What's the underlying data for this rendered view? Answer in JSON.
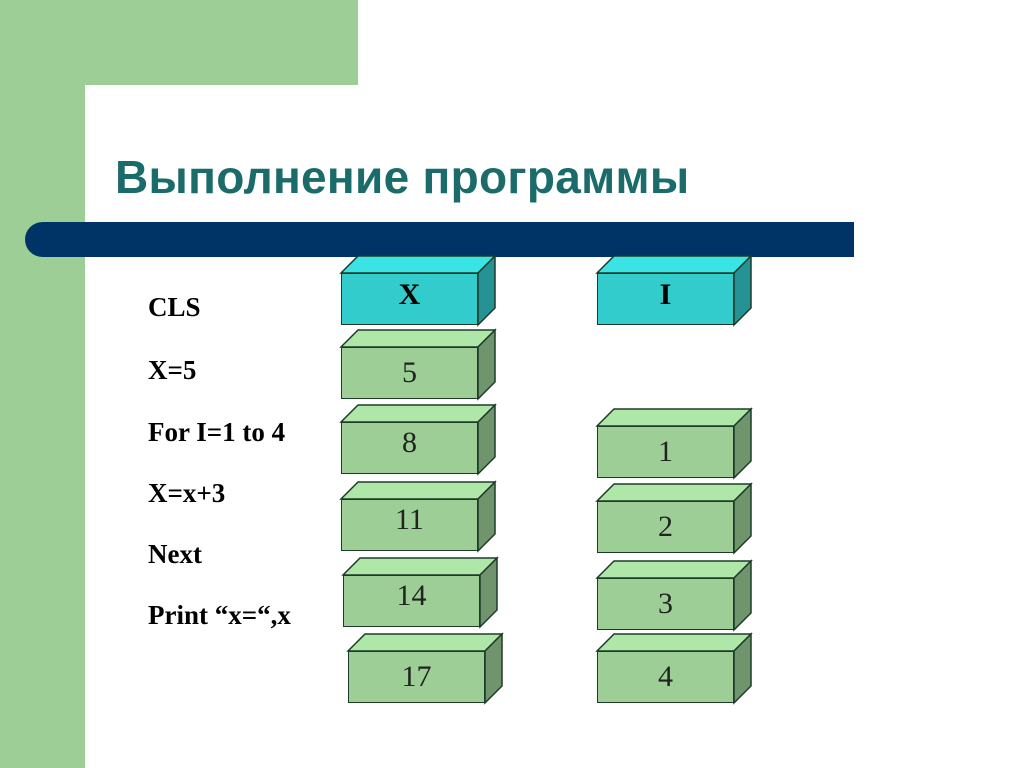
{
  "slide": {
    "title": "Выполнение программы",
    "code": [
      "CLS",
      "X=5",
      "For I=1 to 4",
      "X=x+3",
      "Next",
      "Print “x=“,x"
    ],
    "columns": [
      {
        "header": "X",
        "values": [
          "5",
          "8",
          "11",
          "14",
          "17"
        ]
      },
      {
        "header": "I",
        "values": [
          "1",
          "2",
          "3",
          "4"
        ]
      }
    ],
    "colors": {
      "accent_green": "#9cce96",
      "title_teal": "#1b6b6a",
      "bar_navy": "#003366",
      "header_face": "#33cccc",
      "value_face": "#9cce96"
    }
  }
}
